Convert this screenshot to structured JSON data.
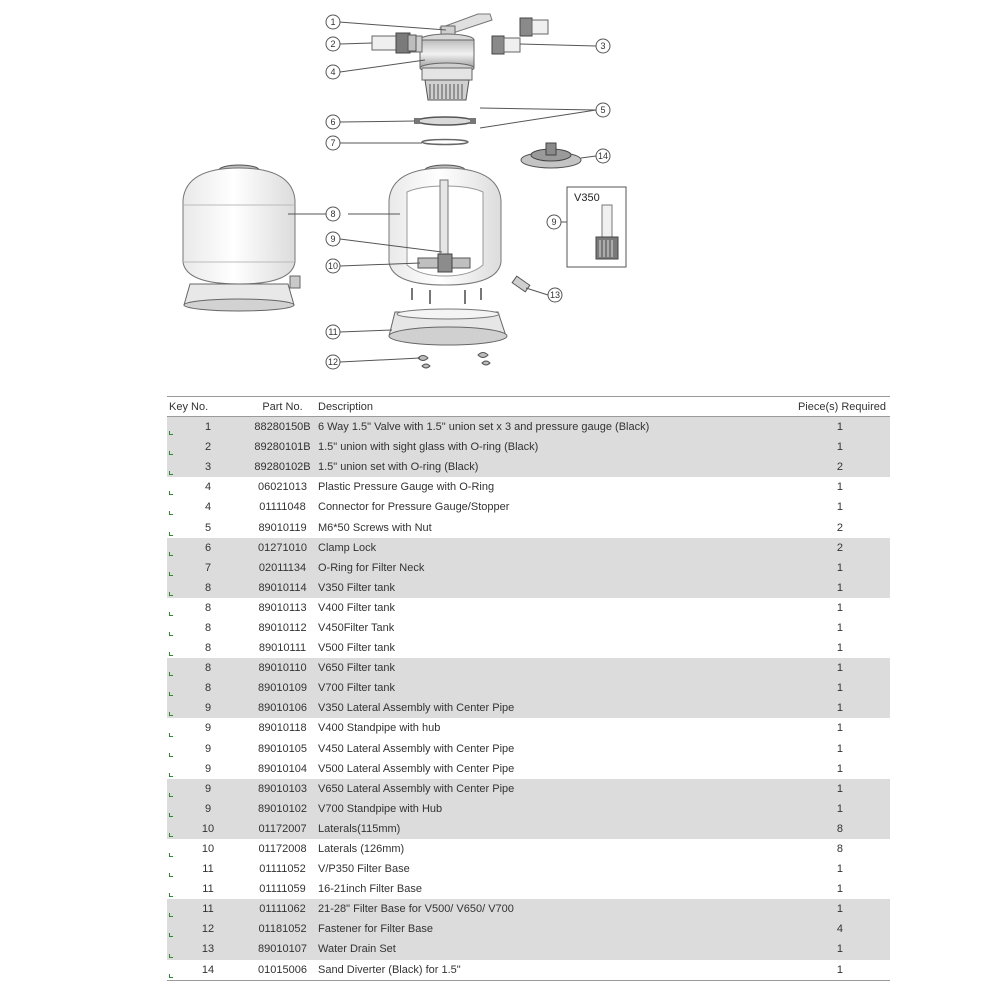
{
  "diagram": {
    "callouts": [
      "1",
      "2",
      "3",
      "4",
      "5",
      "6",
      "7",
      "8",
      "9",
      "10",
      "11",
      "12",
      "13",
      "14"
    ],
    "v350_label": "V350"
  },
  "table": {
    "headers": {
      "key_no": "Key No.",
      "part_no": "Part No.",
      "description": "Description",
      "pieces": "Piece(s) Required"
    },
    "rows": [
      {
        "key": "1",
        "part": "88280150B",
        "desc": "6 Way 1.5\" Valve with 1.5\" union set x 3 and pressure gauge (Black)",
        "qty": "1",
        "shaded": true
      },
      {
        "key": "2",
        "part": "89280101B",
        "desc": "1.5\" union with sight glass with O-ring (Black)",
        "qty": "1",
        "shaded": true
      },
      {
        "key": "3",
        "part": "89280102B",
        "desc": "1.5\" union set with O-ring (Black)",
        "qty": "2",
        "shaded": true
      },
      {
        "key": "4",
        "part": "06021013",
        "desc": "Plastic Pressure Gauge with O-Ring",
        "qty": "1",
        "shaded": false
      },
      {
        "key": "4",
        "part": "01111048",
        "desc": "Connector for Pressure Gauge/Stopper",
        "qty": "1",
        "shaded": false
      },
      {
        "key": "5",
        "part": "89010119",
        "desc": "M6*50 Screws with Nut",
        "qty": "2",
        "shaded": false
      },
      {
        "key": "6",
        "part": "01271010",
        "desc": "Clamp Lock",
        "qty": "2",
        "shaded": true
      },
      {
        "key": "7",
        "part": "02011134",
        "desc": "O-Ring for Filter Neck",
        "qty": "1",
        "shaded": true
      },
      {
        "key": "8",
        "part": "89010114",
        "desc": "V350 Filter tank",
        "qty": "1",
        "shaded": true
      },
      {
        "key": "8",
        "part": "89010113",
        "desc": "V400 Filter tank",
        "qty": "1",
        "shaded": false
      },
      {
        "key": "8",
        "part": "89010112",
        "desc": "V450Filter Tank",
        "qty": "1",
        "shaded": false
      },
      {
        "key": "8",
        "part": "89010111",
        "desc": "V500 Filter tank",
        "qty": "1",
        "shaded": false
      },
      {
        "key": "8",
        "part": "89010110",
        "desc": "V650 Filter tank",
        "qty": "1",
        "shaded": true
      },
      {
        "key": "8",
        "part": "89010109",
        "desc": "V700 Filter tank",
        "qty": "1",
        "shaded": true
      },
      {
        "key": "9",
        "part": "89010106",
        "desc": "V350 Lateral Assembly with Center Pipe",
        "qty": "1",
        "shaded": true
      },
      {
        "key": "9",
        "part": "89010118",
        "desc": "V400 Standpipe with hub",
        "qty": "1",
        "shaded": false
      },
      {
        "key": "9",
        "part": "89010105",
        "desc": "V450 Lateral Assembly with Center Pipe",
        "qty": "1",
        "shaded": false
      },
      {
        "key": "9",
        "part": "89010104",
        "desc": "V500 Lateral Assembly with Center Pipe",
        "qty": "1",
        "shaded": false
      },
      {
        "key": "9",
        "part": "89010103",
        "desc": "V650 Lateral Assembly with Center Pipe",
        "qty": "1",
        "shaded": true
      },
      {
        "key": "9",
        "part": "89010102",
        "desc": "V700 Standpipe with Hub",
        "qty": "1",
        "shaded": true
      },
      {
        "key": "10",
        "part": "01172007",
        "desc": "Laterals(115mm)",
        "qty": "8",
        "shaded": true
      },
      {
        "key": "10",
        "part": "01172008",
        "desc": "Laterals (126mm)",
        "qty": "8",
        "shaded": false
      },
      {
        "key": "11",
        "part": "01111052",
        "desc": "V/P350 Filter Base",
        "qty": "1",
        "shaded": false
      },
      {
        "key": "11",
        "part": "01111059",
        "desc": "16-21inch Filter Base",
        "qty": "1",
        "shaded": false
      },
      {
        "key": "11",
        "part": "01111062",
        "desc": "21-28\" Filter Base for V500/ V650/ V700",
        "qty": "1",
        "shaded": true
      },
      {
        "key": "12",
        "part": "01181052",
        "desc": "Fastener for Filter Base",
        "qty": "4",
        "shaded": true
      },
      {
        "key": "13",
        "part": "89010107",
        "desc": "Water Drain Set",
        "qty": "1",
        "shaded": true
      },
      {
        "key": "14",
        "part": "01015006",
        "desc": "Sand Diverter (Black) for 1.5\"",
        "qty": "1",
        "shaded": false
      }
    ]
  }
}
